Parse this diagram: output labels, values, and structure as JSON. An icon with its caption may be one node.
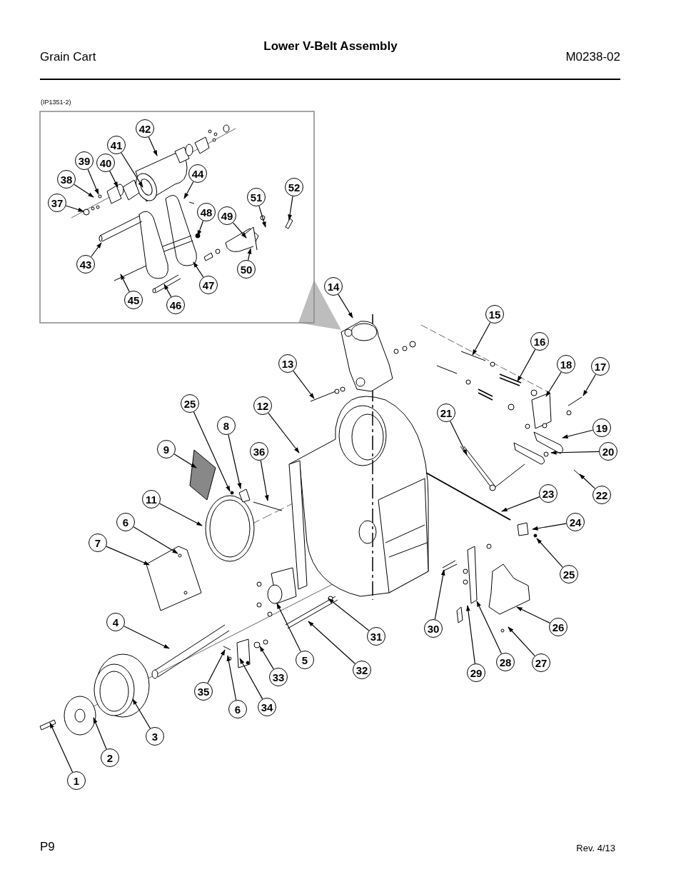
{
  "diagram": {
    "title": "Lower V-Belt Assembly",
    "nodes": [
      {
        "text": [
          "42"
        ]
      },
      {
        "text": [
          "41"
        ]
      },
      {
        "text": [
          "39"
        ]
      },
      {
        "text": [
          "40"
        ]
      },
      {
        "text": [
          "38"
        ]
      },
      {
        "text": [
          "37"
        ]
      },
      {
        "text": [
          "44"
        ]
      },
      {
        "text": [
          "52"
        ]
      },
      {
        "text": [
          "51"
        ]
      },
      {
        "text": [
          "48"
        ]
      },
      {
        "text": [
          "49"
        ]
      },
      {
        "text": [
          "43"
        ]
      },
      {
        "text": [
          "50"
        ]
      },
      {
        "text": [
          "47"
        ]
      },
      {
        "text": [
          "45"
        ]
      },
      {
        "text": [
          "46"
        ]
      },
      {
        "text": [
          "14"
        ]
      },
      {
        "text": [
          "15"
        ]
      },
      {
        "text": [
          "16"
        ]
      },
      {
        "text": [
          "18"
        ]
      },
      {
        "text": [
          "17"
        ]
      },
      {
        "text": [
          "13"
        ]
      },
      {
        "text": [
          "25"
        ]
      },
      {
        "text": [
          "12"
        ]
      },
      {
        "text": [
          "8"
        ]
      },
      {
        "text": [
          "21"
        ]
      },
      {
        "text": [
          "9"
        ]
      },
      {
        "text": [
          "36"
        ]
      },
      {
        "text": [
          "19"
        ]
      },
      {
        "text": [
          "20"
        ]
      },
      {
        "text": [
          "22"
        ]
      },
      {
        "text": [
          "11"
        ]
      },
      {
        "text": [
          "23"
        ]
      },
      {
        "text": [
          "24"
        ]
      },
      {
        "text": [
          "6"
        ]
      },
      {
        "text": [
          "7"
        ]
      },
      {
        "text": [
          "25"
        ]
      },
      {
        "text": [
          "30"
        ]
      },
      {
        "text": [
          "26"
        ]
      },
      {
        "text": [
          "31"
        ]
      },
      {
        "text": [
          "4"
        ]
      },
      {
        "text": [
          "5"
        ]
      },
      {
        "text": [
          "28"
        ]
      },
      {
        "text": [
          "27"
        ]
      },
      {
        "text": [
          "29"
        ]
      },
      {
        "text": [
          "32"
        ]
      },
      {
        "text": [
          "33"
        ]
      },
      {
        "text": [
          "35"
        ]
      },
      {
        "text": [
          "6"
        ]
      },
      {
        "text": [
          "34"
        ]
      },
      {
        "text": [
          "3"
        ]
      },
      {
        "text": [
          "2"
        ]
      },
      {
        "text": [
          "1"
        ]
      }
    ],
    "edges": [
      {
        "from": 0,
        "to": null,
        "arrow": "to"
      },
      {
        "from": 1,
        "to": null,
        "arrow": "to"
      },
      {
        "from": 2,
        "to": null,
        "arrow": "to"
      },
      {
        "from": 3,
        "to": null,
        "arrow": "to"
      },
      {
        "from": 4,
        "to": null,
        "arrow": "to"
      },
      {
        "from": 5,
        "to": null,
        "arrow": "to"
      },
      {
        "from": 6,
        "to": null,
        "arrow": "to"
      },
      {
        "from": 7,
        "to": null,
        "arrow": "to"
      },
      {
        "from": 8,
        "to": null,
        "arrow": "to"
      },
      {
        "from": 9,
        "to": null,
        "arrow": "to"
      },
      {
        "from": 10,
        "to": null,
        "arrow": "to"
      },
      {
        "from": 11,
        "to": null,
        "arrow": "to"
      },
      {
        "from": 12,
        "to": null,
        "arrow": "to"
      },
      {
        "from": 13,
        "to": null,
        "arrow": "to"
      },
      {
        "from": 14,
        "to": null,
        "arrow": "to"
      },
      {
        "from": 15,
        "to": null,
        "arrow": "to"
      },
      {
        "from": 16,
        "to": null,
        "arrow": "to"
      },
      {
        "from": 17,
        "to": null,
        "arrow": "to"
      },
      {
        "from": 18,
        "to": null,
        "arrow": "to"
      },
      {
        "from": 19,
        "to": null,
        "arrow": "to"
      },
      {
        "from": 20,
        "to": null,
        "arrow": "to"
      },
      {
        "from": 21,
        "to": null,
        "arrow": "to"
      },
      {
        "from": 22,
        "to": null,
        "arrow": "to"
      },
      {
        "from": 23,
        "to": null,
        "arrow": "to"
      },
      {
        "from": 24,
        "to": null,
        "arrow": "to"
      },
      {
        "from": 25,
        "to": null,
        "arrow": "to"
      },
      {
        "from": 26,
        "to": null,
        "arrow": "to"
      },
      {
        "from": 27,
        "to": null,
        "arrow": "to"
      },
      {
        "from": 28,
        "to": null,
        "arrow": "to"
      },
      {
        "from": 29,
        "to": null,
        "arrow": "to"
      },
      {
        "from": 30,
        "to": null,
        "arrow": "to"
      },
      {
        "from": 31,
        "to": null,
        "arrow": "to"
      },
      {
        "from": 32,
        "to": null,
        "arrow": "to"
      },
      {
        "from": 33,
        "to": null,
        "arrow": "to"
      },
      {
        "from": 34,
        "to": null,
        "arrow": "to"
      },
      {
        "from": 35,
        "to": null,
        "arrow": "to"
      },
      {
        "from": 36,
        "to": null,
        "arrow": "to"
      },
      {
        "from": 37,
        "to": null,
        "arrow": "to"
      },
      {
        "from": 38,
        "to": null,
        "arrow": "to"
      },
      {
        "from": 39,
        "to": null,
        "arrow": "to"
      },
      {
        "from": 40,
        "to": null,
        "arrow": "to"
      },
      {
        "from": 41,
        "to": null,
        "arrow": "to"
      },
      {
        "from": 42,
        "to": null,
        "arrow": "to"
      },
      {
        "from": 43,
        "to": null,
        "arrow": "to"
      },
      {
        "from": 44,
        "to": null,
        "arrow": "to"
      },
      {
        "from": 45,
        "to": null,
        "arrow": "to"
      },
      {
        "from": 46,
        "to": null,
        "arrow": "to"
      },
      {
        "from": 47,
        "to": null,
        "arrow": "to"
      },
      {
        "from": 48,
        "to": null,
        "arrow": "to"
      },
      {
        "from": 49,
        "to": null,
        "arrow": "to"
      },
      {
        "from": 50,
        "to": null,
        "arrow": "to"
      },
      {
        "from": 51,
        "to": null,
        "arrow": "to"
      },
      {
        "from": 52,
        "to": null,
        "arrow": "to"
      }
    ],
    "labels": [
      "Grain Cart",
      "M0238-02",
      "(IP1351-2)",
      "P9",
      "Rev. 4/13"
    ]
  }
}
